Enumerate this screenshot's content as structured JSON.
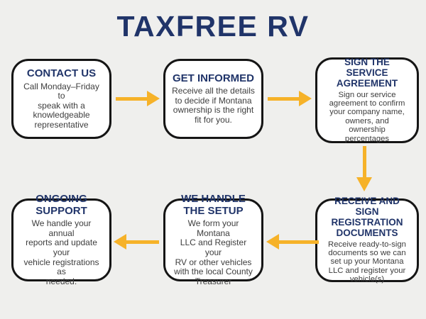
{
  "title": "TAXFREE RV",
  "colors": {
    "background": "#efefed",
    "navy_heading": "#203469",
    "body_text": "#3d3d3d",
    "box_border": "#151515",
    "box_fill": "#ffffff",
    "arrow_yellow": "#f6b229"
  },
  "steps": [
    {
      "id": "contact-us",
      "heading": "CONTACT US",
      "body": "Call Monday–Friday to\nspeak with a\nknowledgeable\nrepresentative"
    },
    {
      "id": "get-informed",
      "heading": "GET INFORMED",
      "body": "Receive all the details\nto decide if Montana\nownership is the right\nfit for you."
    },
    {
      "id": "sign-the-service-agreement",
      "heading": "SIGN THE\nSERVICE\nAGREEMENT",
      "body": "Sign our service\nagreement to confirm\nyour company name,\nowners, and\nownership\npercentages"
    },
    {
      "id": "receive-and-sign-registration-documents",
      "heading": "RECEIVE AND\nSIGN\nREGISTRATION\nDOCUMENTS",
      "body": "Receive ready-to-sign\ndocuments so we can\nset up your Montana\nLLC and register your\nvehicle(s)"
    },
    {
      "id": "we-handle-the-setup",
      "heading": "WE HANDLE\nTHE SETUP",
      "body": "We form your Montana\nLLC and Register your\nRV or other vehicles\nwith the local County\nTreasurer"
    },
    {
      "id": "ongoing-support",
      "heading": "ONGOING\nSUPPORT",
      "body": "We handle your annual\nreports and update your\nvehicle registrations as\nneeded."
    }
  ],
  "flow": [
    {
      "from": "CONTACT US",
      "to": "GET INFORMED",
      "direction": "right"
    },
    {
      "from": "GET INFORMED",
      "to": "SIGN THE SERVICE AGREEMENT",
      "direction": "right"
    },
    {
      "from": "SIGN THE SERVICE AGREEMENT",
      "to": "RECEIVE AND SIGN REGISTRATION DOCUMENTS",
      "direction": "down"
    },
    {
      "from": "RECEIVE AND SIGN REGISTRATION DOCUMENTS",
      "to": "WE HANDLE THE SETUP",
      "direction": "left"
    },
    {
      "from": "WE HANDLE THE SETUP",
      "to": "ONGOING SUPPORT",
      "direction": "left"
    }
  ]
}
